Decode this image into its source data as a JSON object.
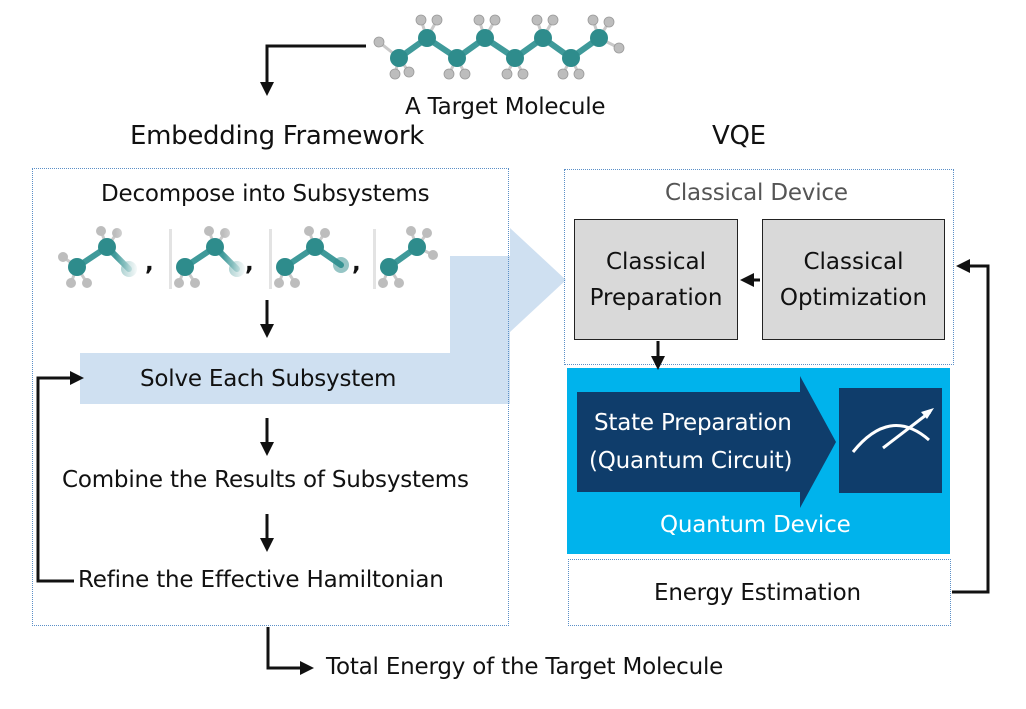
{
  "target_molecule_label": "A Target Molecule",
  "embedding": {
    "title": "Embedding Framework",
    "decompose_label": "Decompose into Subsystems",
    "fragment_separator": ",",
    "solve_label": "Solve Each Subsystem",
    "combine_label": "Combine the Results of Subsystems",
    "refine_label": "Refine the Effective Hamiltonian"
  },
  "vqe": {
    "title": "VQE",
    "classical_device_label": "Classical Device",
    "classical_preparation_line1": "Classical",
    "classical_preparation_line2": "Preparation",
    "classical_optimization_line1": "Classical",
    "classical_optimization_line2": "Optimization",
    "state_preparation_line1": "State Preparation",
    "state_preparation_line2": "(Quantum Circuit)",
    "quantum_device_label": "Quantum Device",
    "energy_estimation_label": "Energy Estimation"
  },
  "output_label": "Total Energy of the Target Molecule",
  "colors": {
    "carbon": "#2e8c8c",
    "hydrogen": "#bdbdbd",
    "bond": "#3f9a9a",
    "highlight_band": "#cfe0f1",
    "quantum_device_bg": "#00b3ec",
    "state_prep_arrow": "#0f3d6b",
    "meter_box": "#0f3d6b",
    "classical_box": "#d9d9d9",
    "dotted_border": "#5b8fc7"
  },
  "icons": [
    "meter-icon"
  ]
}
